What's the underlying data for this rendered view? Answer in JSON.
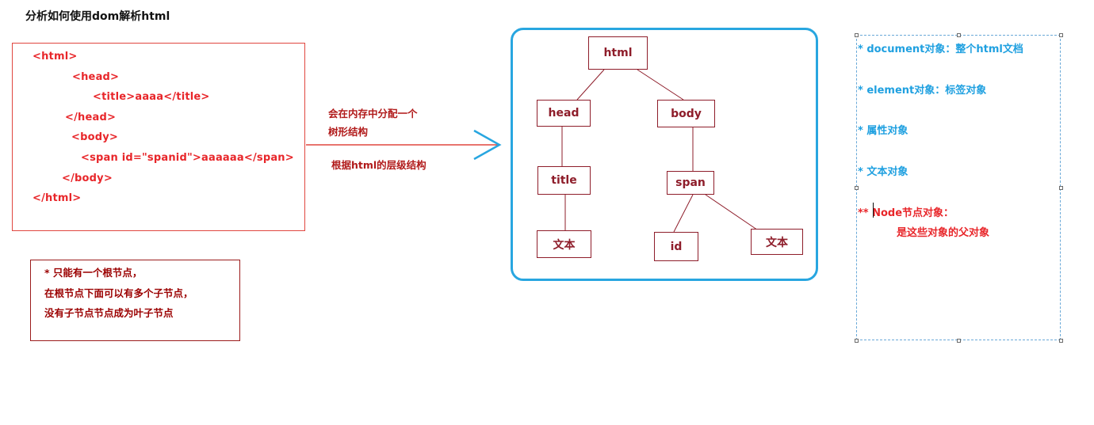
{
  "page_title": "分析如何使用dom解析html",
  "code_lines": [
    "<html>",
    "<head>",
    "<title>aaaa</title>",
    "</head>",
    "<body>",
    "<span id=\"spanid\">aaaaaa</span>",
    "</body>",
    "</html>"
  ],
  "arrow_text": {
    "line1": "会在内存中分配一个",
    "line2": "树形结构",
    "line3": "根据html的层级结构"
  },
  "notes": [
    "* 只能有一个根节点，",
    "在根节点下面可以有多个子节点，",
    "没有子节点节点成为叶子节点"
  ],
  "tree": {
    "html": "html",
    "head": "head",
    "body": "body",
    "title": "title",
    "span": "span",
    "title_text": "文本",
    "id": "id",
    "span_text": "文本"
  },
  "objects": [
    "* document对象：整个html文档",
    "* element对象：标签对象",
    "* 属性对象",
    "* 文本对象"
  ],
  "node_object": {
    "prefix": "** ",
    "label": "Node节点对象：",
    "desc": "是这些对象的父对象"
  },
  "colors": {
    "code_red": "#e8262a",
    "node_border": "#8e1d2a",
    "frame_blue": "#28a6e0",
    "object_blue": "#1fa0e0"
  }
}
